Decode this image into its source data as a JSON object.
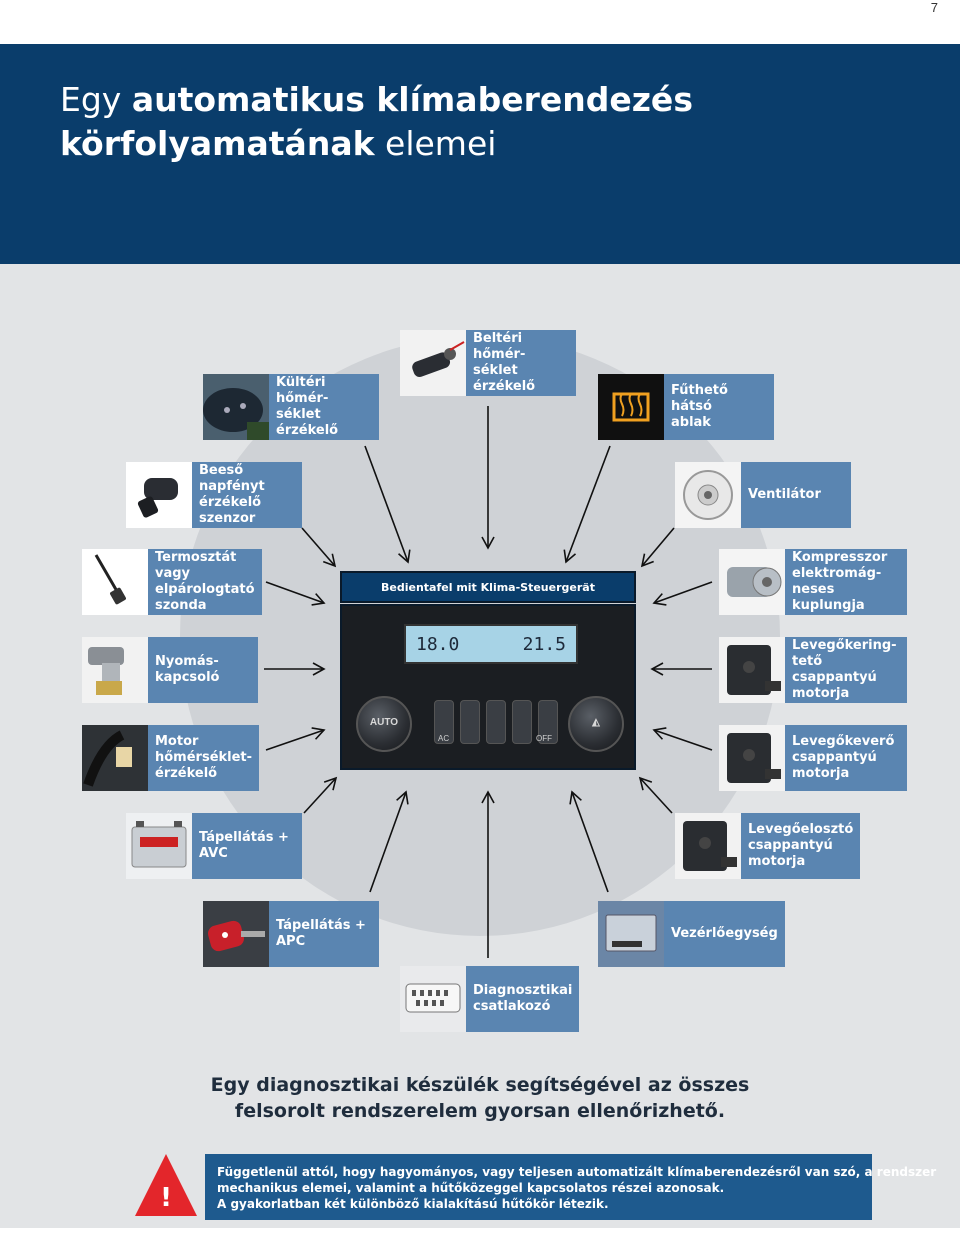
{
  "page_number": "7",
  "title": {
    "line1_light": "Egy ",
    "line1_bold": "automatikus klímaberendezés",
    "line2_bold": "körfolyamatának",
    "line2_light": " elemei"
  },
  "panel": {
    "title": "Bedientafel mit Klima-Steuergerät",
    "lcd_left": "18.0",
    "lcd_right": "21.5",
    "knob_left": "AUTO",
    "btn_ac": "AC",
    "btn_off": "OFF"
  },
  "components": [
    {
      "id": "beltéri",
      "label": "Beltéri hőmér-\nséklet érzékelő",
      "icon": "sensor-icon"
    },
    {
      "id": "kulteri",
      "label": "Kültéri hőmér-\nséklet érzékelő",
      "icon": "mirror-icon"
    },
    {
      "id": "futheto",
      "label": "Fűthető hátsó\nablak",
      "icon": "rear-defrost-icon"
    },
    {
      "id": "beeso",
      "label": "Beeső napfényt\nérzékelő\nszenzor",
      "icon": "sun-sensor-icon"
    },
    {
      "id": "ventilator",
      "label": "Ventilátor",
      "icon": "fan-icon"
    },
    {
      "id": "termosztat",
      "label": "Termosztát vagy\nelpárologtató\nszonda",
      "icon": "probe-icon"
    },
    {
      "id": "kompresszor",
      "label": "Kompresszor\nelektromág-\nneses kuplungja",
      "icon": "compressor-icon"
    },
    {
      "id": "nyomas",
      "label": "Nyomás-\nkapcsoló",
      "icon": "pressure-switch-icon"
    },
    {
      "id": "levegokering",
      "label": "Levegőkering-\ntető csappantyú\nmotorja",
      "icon": "motor-icon"
    },
    {
      "id": "motor",
      "label": "Motor\nhőmérséklet-\nérzékelő",
      "icon": "engine-sensor-icon"
    },
    {
      "id": "levegokevero",
      "label": "Levegőkeverő\ncsappantyú\nmotorja",
      "icon": "motor-icon"
    },
    {
      "id": "avc",
      "label": "Tápellátás  +\nAVC",
      "icon": "battery-icon"
    },
    {
      "id": "levegoeloszto",
      "label": "Levegőelosztó\ncsappantyú\nmotorja",
      "icon": "motor-icon"
    },
    {
      "id": "apc",
      "label": "Tápellátás  +\nAPC",
      "icon": "key-icon"
    },
    {
      "id": "vezerlo",
      "label": "Vezérlőegység",
      "icon": "ecu-icon"
    },
    {
      "id": "diagnosztikai",
      "label": "Diagnosztikai\ncsatlakozó",
      "icon": "obd-connector-icon"
    }
  ],
  "summary": {
    "line1": "Egy diagnosztikai készülék segítségével az összes",
    "line2": "felsorolt rendszerelem gyorsan ellenőrizhető."
  },
  "note": {
    "line1": "Függetlenül attól, hogy hagyományos, vagy teljesen automatizált klímaberendezésről van szó, a rendszer",
    "line2": "mechanikus elemei, valamint a hűtőközeggel kapcsolatos részei azonosak.",
    "line3": "A gyakorlatban két különböző kialakítású hűtőkör létezik."
  },
  "colors": {
    "header": "#0a3d6b",
    "label_bg": "#5a85b1",
    "note_bg": "#1e5a8e",
    "warning": "#e3262b"
  }
}
